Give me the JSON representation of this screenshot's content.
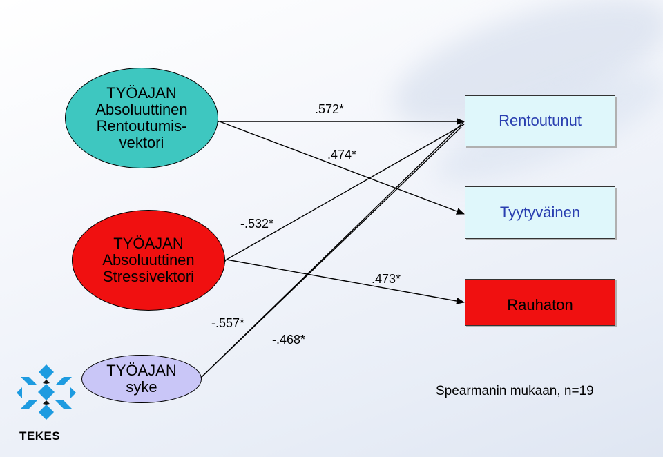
{
  "nodes": {
    "absolute_relaxation": {
      "lines": [
        "TYÖAJAN",
        "Absoluuttinen",
        "Rentoutumis-",
        "vektori"
      ],
      "color": "#3ec7c0"
    },
    "absolute_stress": {
      "lines": [
        "TYÖAJAN",
        "Absoluuttinen",
        "Stressivektori"
      ],
      "color": "#f01010"
    },
    "heart_rate": {
      "lines": [
        "TYÖAJAN",
        "syke"
      ],
      "color": "#c9c6f7"
    },
    "relaxed": {
      "label": "Rentoutunut",
      "color": "#dff7fb",
      "text_color": "#2a3fb0"
    },
    "satisfied": {
      "label": "Tyytyväinen",
      "color": "#dff7fb",
      "text_color": "#2a3fb0"
    },
    "restless": {
      "label": "Rauhaton",
      "color": "#f01010",
      "text_color": "#000000"
    }
  },
  "correlations": [
    {
      "from": "absolute_relaxation",
      "to": "relaxed",
      "value": ".572*"
    },
    {
      "from": "absolute_relaxation",
      "to": "satisfied",
      "value": ".474*"
    },
    {
      "from": "absolute_stress",
      "to": "relaxed",
      "value": "-.532*"
    },
    {
      "from": "absolute_stress",
      "to": "restless",
      "value": ".473*"
    },
    {
      "from": "heart_rate",
      "to": "relaxed",
      "value": "-.557*"
    },
    {
      "from": "heart_rate",
      "to": "relaxed",
      "value": "-.468*"
    }
  ],
  "footnote": "Spearmanin mukaan, n=19",
  "logo": {
    "text": "TEKES",
    "color": "#1e9be0"
  }
}
